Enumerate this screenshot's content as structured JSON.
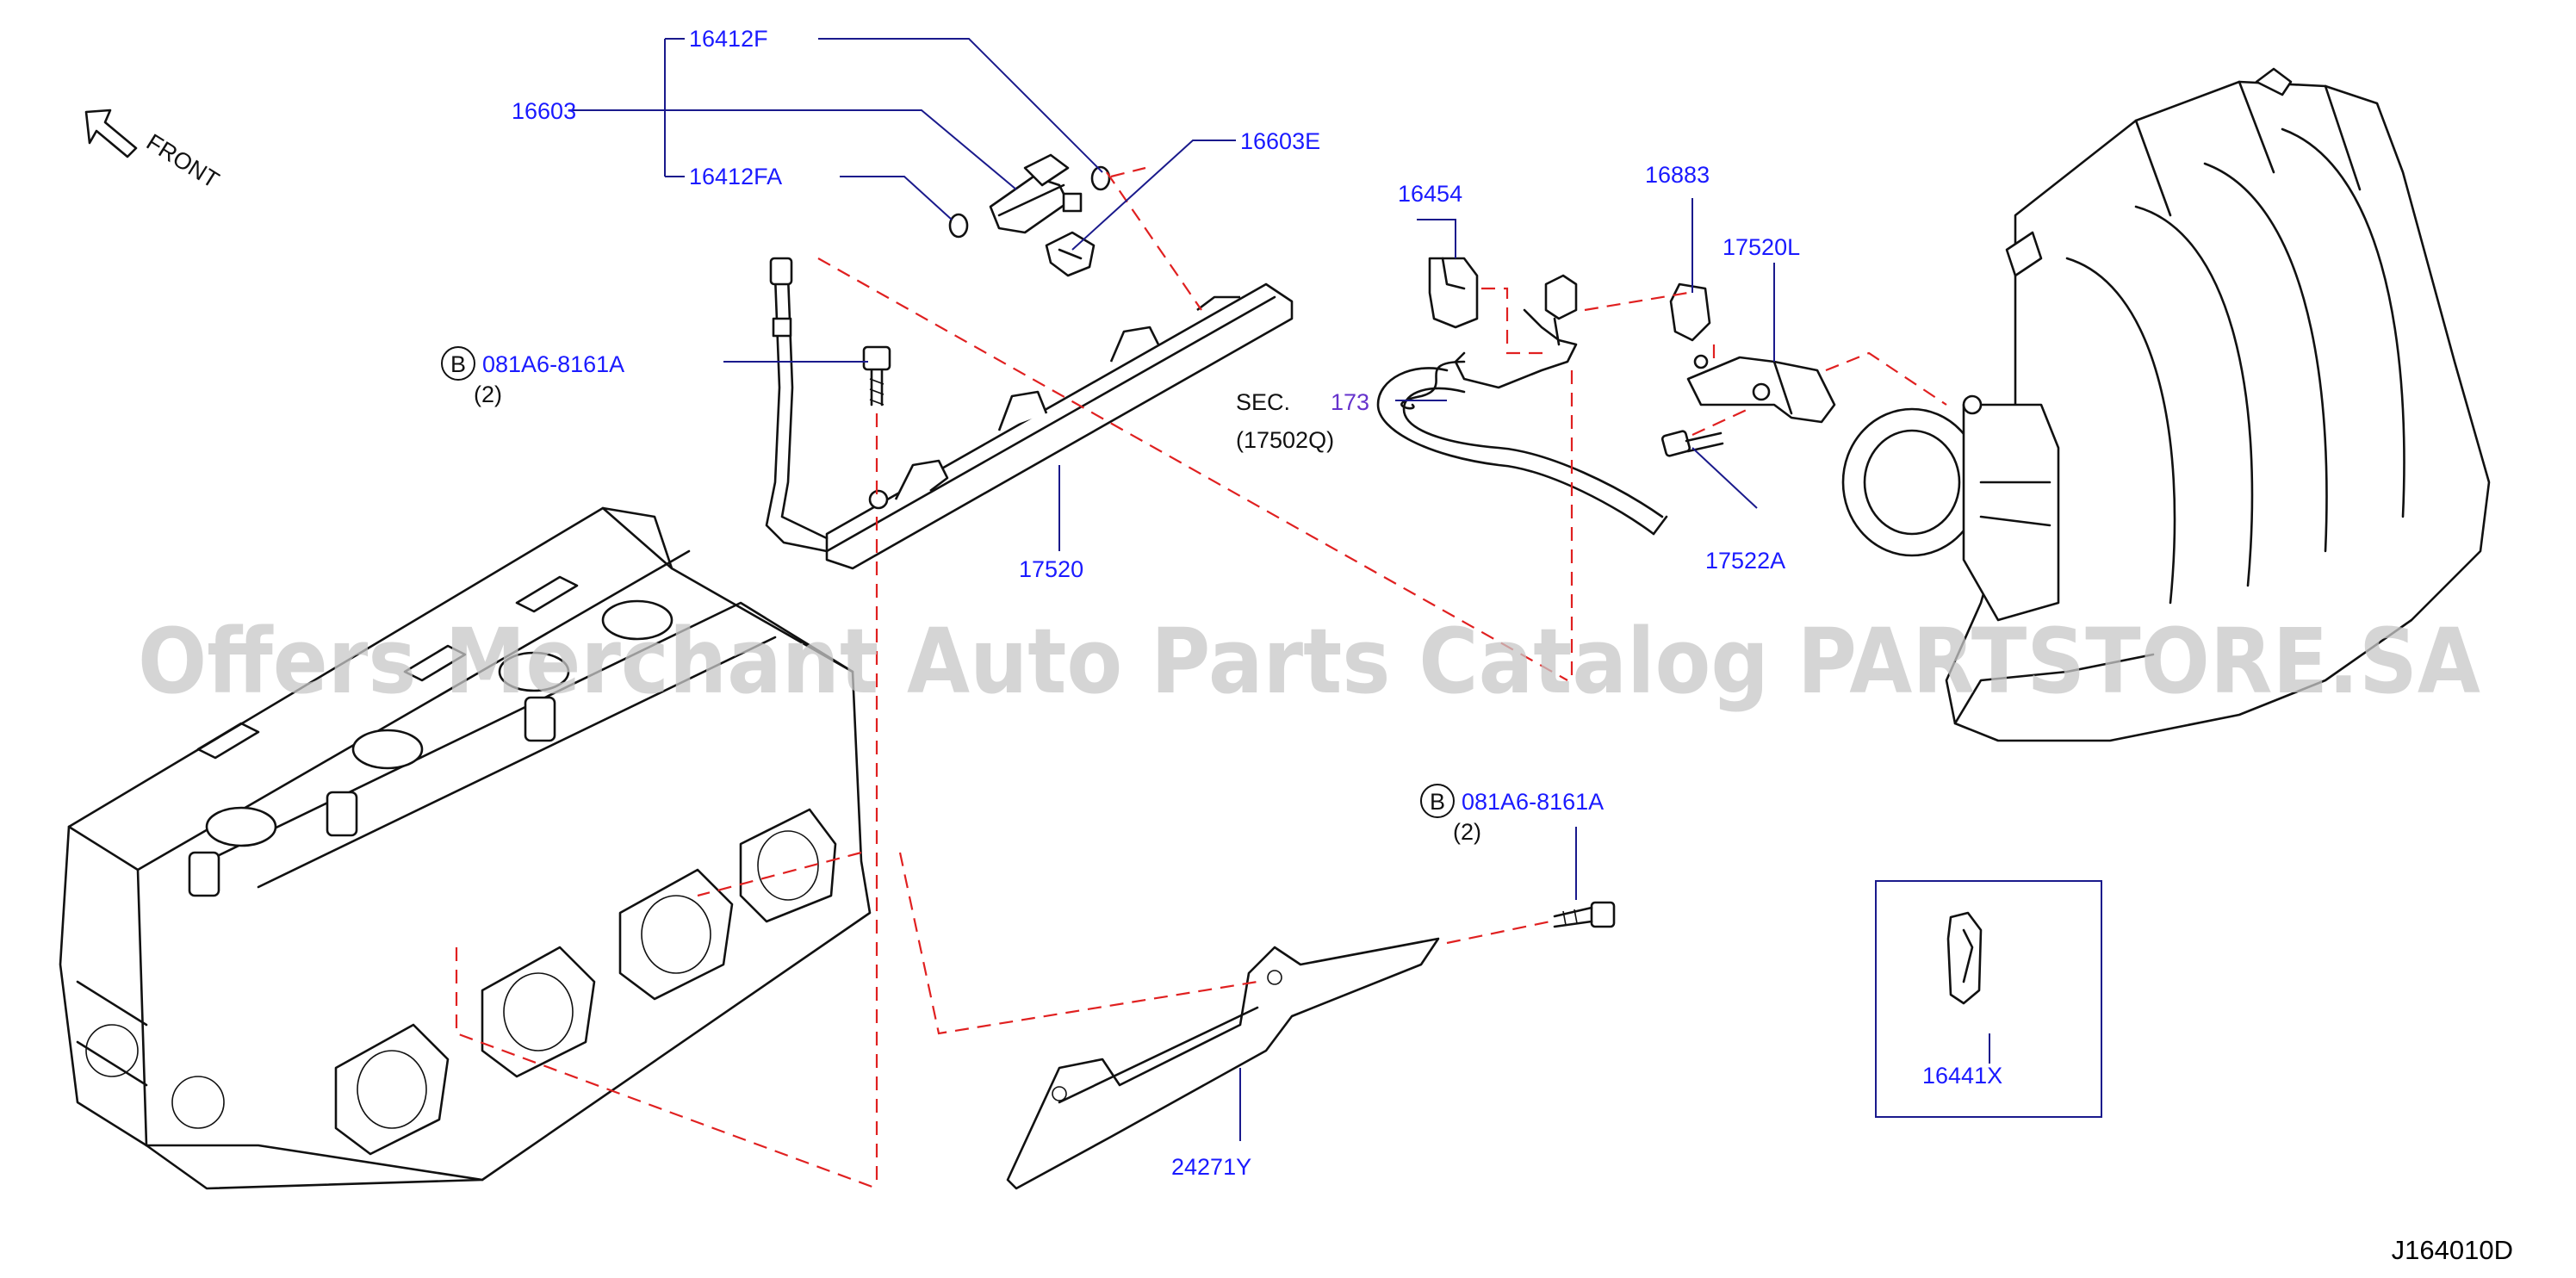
{
  "labels": {
    "p16412F": "16412F",
    "p16603": "16603",
    "p16412FA": "16412FA",
    "p16603E": "16603E",
    "bolt1_code": "081A6-8161A",
    "bolt1_qty": "(2)",
    "bolt_mark": "B",
    "p17520": "17520",
    "sec_prefix": "SEC.",
    "sec_num": "173",
    "sec_ref": "(17502Q)",
    "p16454": "16454",
    "p16883": "16883",
    "p17520L": "17520L",
    "p17522A": "17522A",
    "bolt2_code": "081A6-8161A",
    "bolt2_qty": "(2)",
    "p24271Y": "24271Y",
    "p16441X": "16441X",
    "front": "FRONT",
    "drawing_code": "J164010D"
  },
  "watermark": "Offers Merchant Auto Parts Catalog PARTSTORE.SA",
  "colors": {
    "part_label": "#1a1aff",
    "section_ref": "#6633cc",
    "callout_line": "#1a1a8c",
    "dashed_line": "#e02020",
    "watermark": "#c8c8c8"
  },
  "icons": [
    "front-arrow-icon",
    "bolt-icon",
    "fuel-injector-icon",
    "o-ring-icon",
    "clip-icon",
    "hose-icon",
    "bracket-icon",
    "protector-icon",
    "clamp-icon",
    "engine-block-icon",
    "intake-manifold-icon"
  ]
}
